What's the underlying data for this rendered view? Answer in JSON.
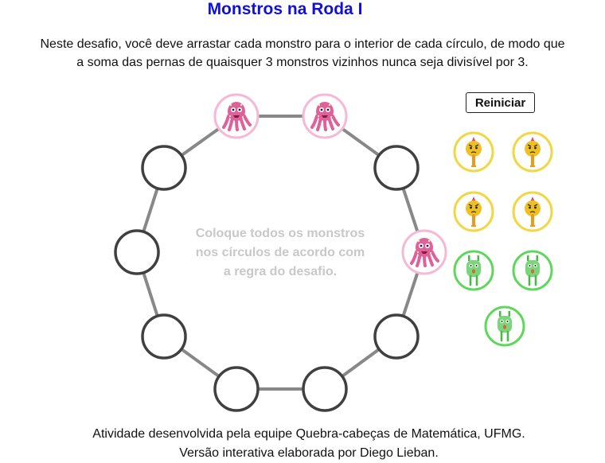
{
  "header": {
    "title": "Monstros na Roda I",
    "instructions_line1": "Neste desafio, você deve arrastar cada monstro para o interior de cada círculo, de modo que",
    "instructions_line2": "a soma das pernas de quaisquer 3 monstros vizinhos nunca seja divisível por 3."
  },
  "board": {
    "hint_line1": "Coloque todos os monstros",
    "hint_line2": "nos círculos de acordo com",
    "hint_line3": "a regra do desafio.",
    "ring_slots": [
      "octopus",
      "octopus",
      "empty",
      "octopus",
      "empty",
      "empty",
      "empty",
      "empty",
      "empty",
      "empty"
    ]
  },
  "controls": {
    "reset_label": "Reiniciar"
  },
  "monster_pool": [
    "one-leg",
    "one-leg",
    "one-leg",
    "one-leg",
    "two-leg",
    "two-leg",
    "two-leg"
  ],
  "colors": {
    "octopus_ring": "#f5b8d5",
    "octopus_body": "#e0609a",
    "one_leg_ring": "#f2d642",
    "one_leg_body": "#f0c020",
    "two_leg_ring": "#5dd85d",
    "two_leg_body": "#7ad67a",
    "empty_ring": "#404040",
    "title": "#1010d8"
  },
  "footer": {
    "line1": "Atividade desenvolvida pela equipe Quebra-cabeças de Matemática, UFMG.",
    "line2": "Versão interativa elaborada por Diego Lieban."
  }
}
